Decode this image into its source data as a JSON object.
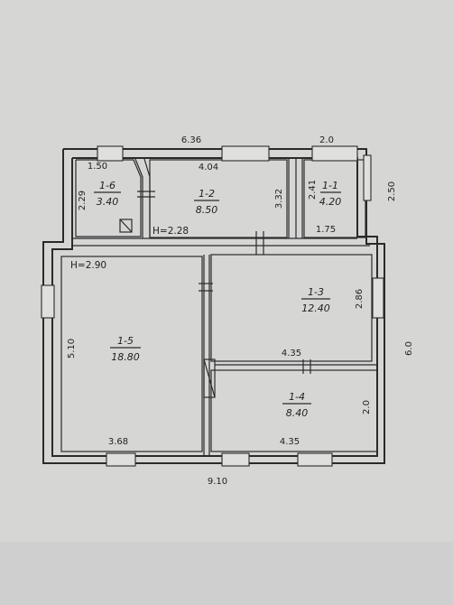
{
  "colors": {
    "paper": "#d9dad8",
    "ink": "#2a2a2a"
  },
  "rooms": [
    {
      "id": "1-1",
      "area": "4.20"
    },
    {
      "id": "1-2",
      "area": "8.50"
    },
    {
      "id": "1-3",
      "area": "12.40"
    },
    {
      "id": "1-4",
      "area": "8.40"
    },
    {
      "id": "1-5",
      "area": "18.80"
    },
    {
      "id": "1-6",
      "area": "3.40"
    }
  ],
  "dimensions": {
    "top_left": "6.36",
    "top_right": "2.0",
    "bottom": "9.10",
    "right_side": "6.0",
    "right_upper": "2.50",
    "r11_height": "2.41",
    "r11_width": "1.75",
    "r12_width": "4.04",
    "r12_height": "3.32",
    "r16_width": "1.50",
    "r16_height": "2.29",
    "r15_height": "5.10",
    "r15_width": "3.68",
    "r13_height": "2.86",
    "r13_width": "4.35",
    "r14_width": "4.35",
    "r14_height": "2.0"
  },
  "ceiling_heights": {
    "lower": "H=2.90",
    "upper": "H=2.28"
  }
}
